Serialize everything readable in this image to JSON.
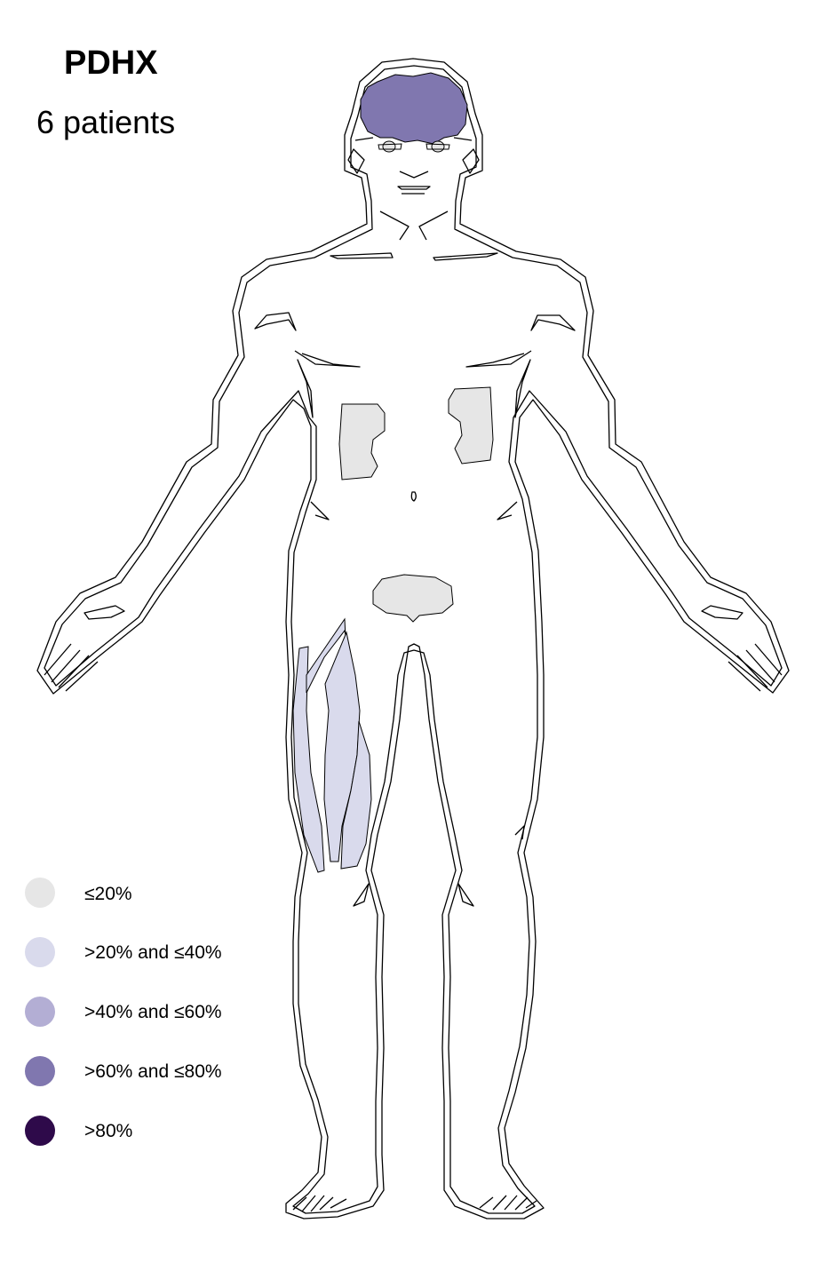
{
  "title": "PDHX",
  "subtitle": "6 patients",
  "legend": [
    {
      "label": "≤20%",
      "color": "#e6e6e6"
    },
    {
      "label": ">20% and ≤40%",
      "color": "#d9daec"
    },
    {
      "label": ">40% and ≤60%",
      "color": "#b3aed4"
    },
    {
      "label": ">60% and ≤80%",
      "color": "#8077af"
    },
    {
      "label": ">80%",
      "color": "#2e0a4a"
    }
  ],
  "organs": [
    {
      "name": "brain",
      "bin": ">60% and ≤80%",
      "color": "#8077af"
    },
    {
      "name": "thigh-muscle",
      "bin": ">20% and ≤40%",
      "color": "#d9daec"
    },
    {
      "name": "liver",
      "bin": "≤20%",
      "color": "#e6e6e6"
    },
    {
      "name": "spleen",
      "bin": "≤20%",
      "color": "#e6e6e6"
    },
    {
      "name": "bladder",
      "bin": "≤20%",
      "color": "#e6e6e6"
    },
    {
      "name": "eyes",
      "bin": "≤20%",
      "color": "#e6e6e6"
    }
  ]
}
